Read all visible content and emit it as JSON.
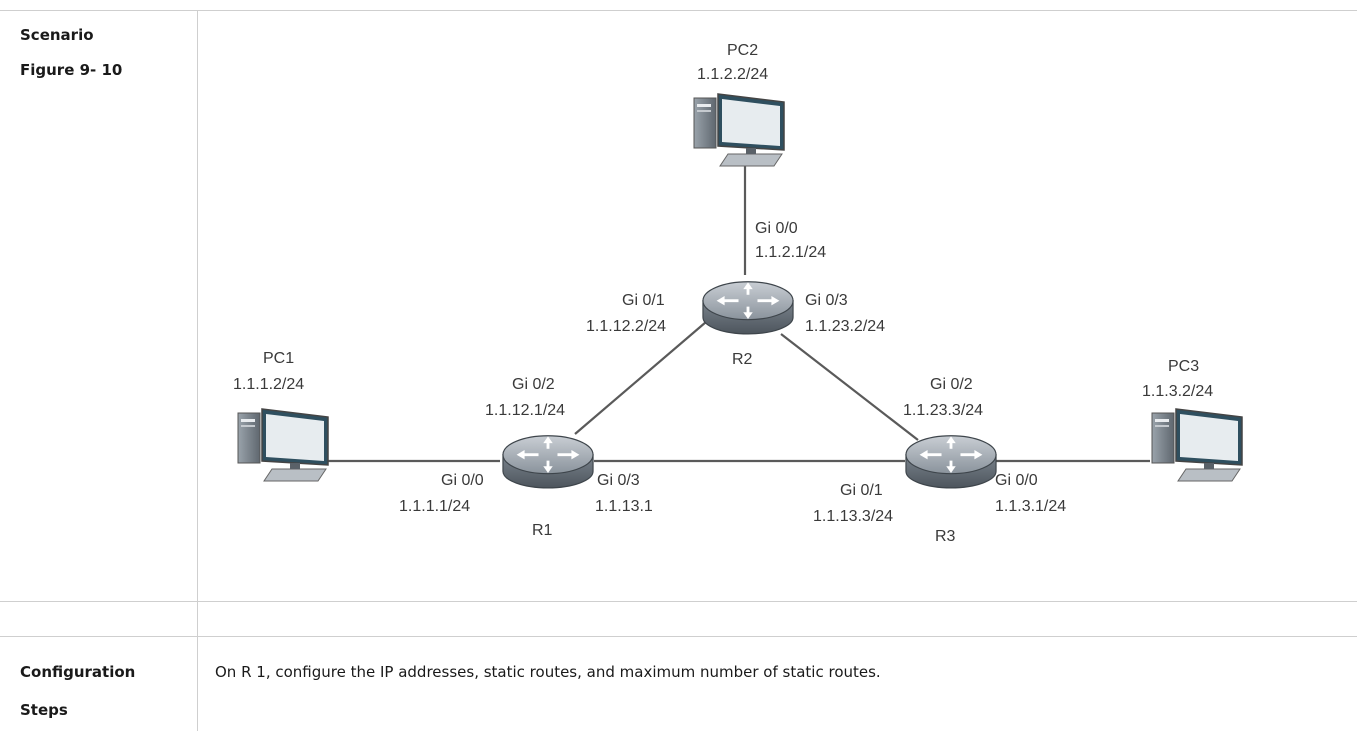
{
  "table": {
    "scenario_label": "Scenario",
    "figure_label": "Figure 9- 10",
    "config_label_line1": "Configuration",
    "config_label_line2": "Steps",
    "config_text": "On R 1, configure the IP addresses, static routes, and maximum number of static routes."
  },
  "diagram": {
    "pc1": {
      "name": "PC1",
      "ip": "1.1.1.2/24"
    },
    "pc2": {
      "name": "PC2",
      "ip": "1.1.2.2/24"
    },
    "pc3": {
      "name": "PC3",
      "ip": "1.1.3.2/24"
    },
    "r1": {
      "name": "R1",
      "gi00": "Gi 0/0",
      "gi00_ip": "1.1.1.1/24",
      "gi02": "Gi 0/2",
      "gi02_ip": "1.1.12.1/24",
      "gi03": "Gi 0/3",
      "gi03_ip": "1.1.13.1"
    },
    "r2": {
      "name": "R2",
      "gi00": "Gi 0/0",
      "gi00_ip": "1.1.2.1/24",
      "gi01": "Gi 0/1",
      "gi01_ip": "1.1.12.2/24",
      "gi03": "Gi 0/3",
      "gi03_ip": "1.1.23.2/24"
    },
    "r3": {
      "name": "R3",
      "gi02": "Gi 0/2",
      "gi02_ip": "1.1.23.3/24",
      "gi01": "Gi 0/1",
      "gi01_ip": "1.1.13.3/24",
      "gi00": "Gi 0/0",
      "gi00_ip": "1.1.3.1/24"
    }
  }
}
